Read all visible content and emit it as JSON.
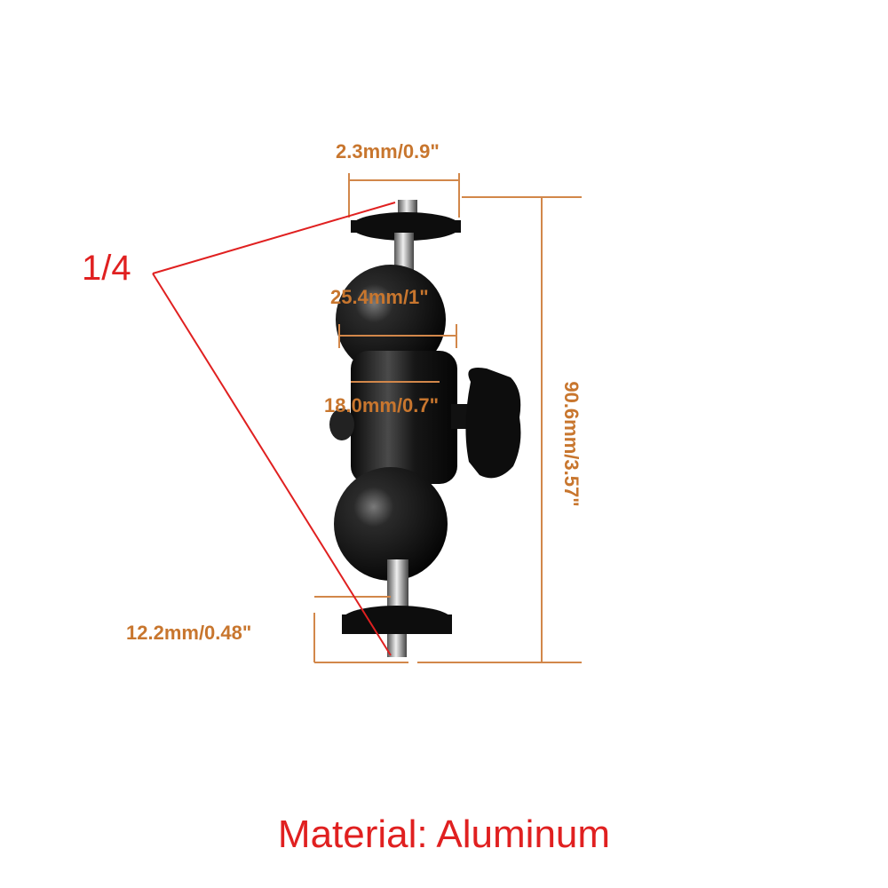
{
  "product": {
    "name": "double ball head mount"
  },
  "dimensions": {
    "top_screw": "2.3mm/0.9\"",
    "ball_diameter": "25.4mm/1\"",
    "arm_width": "18.0mm/0.7\"",
    "total_height": "90.6mm/3.57\"",
    "bottom_knob": "12.2mm/0.48\""
  },
  "thread_label": "1/4",
  "material_caption": "Material: Aluminum",
  "colors": {
    "dimension_text": "#c8762e",
    "dimension_line": "#d2874a",
    "annotation_red": "#e02020",
    "product_black": "#111111"
  }
}
